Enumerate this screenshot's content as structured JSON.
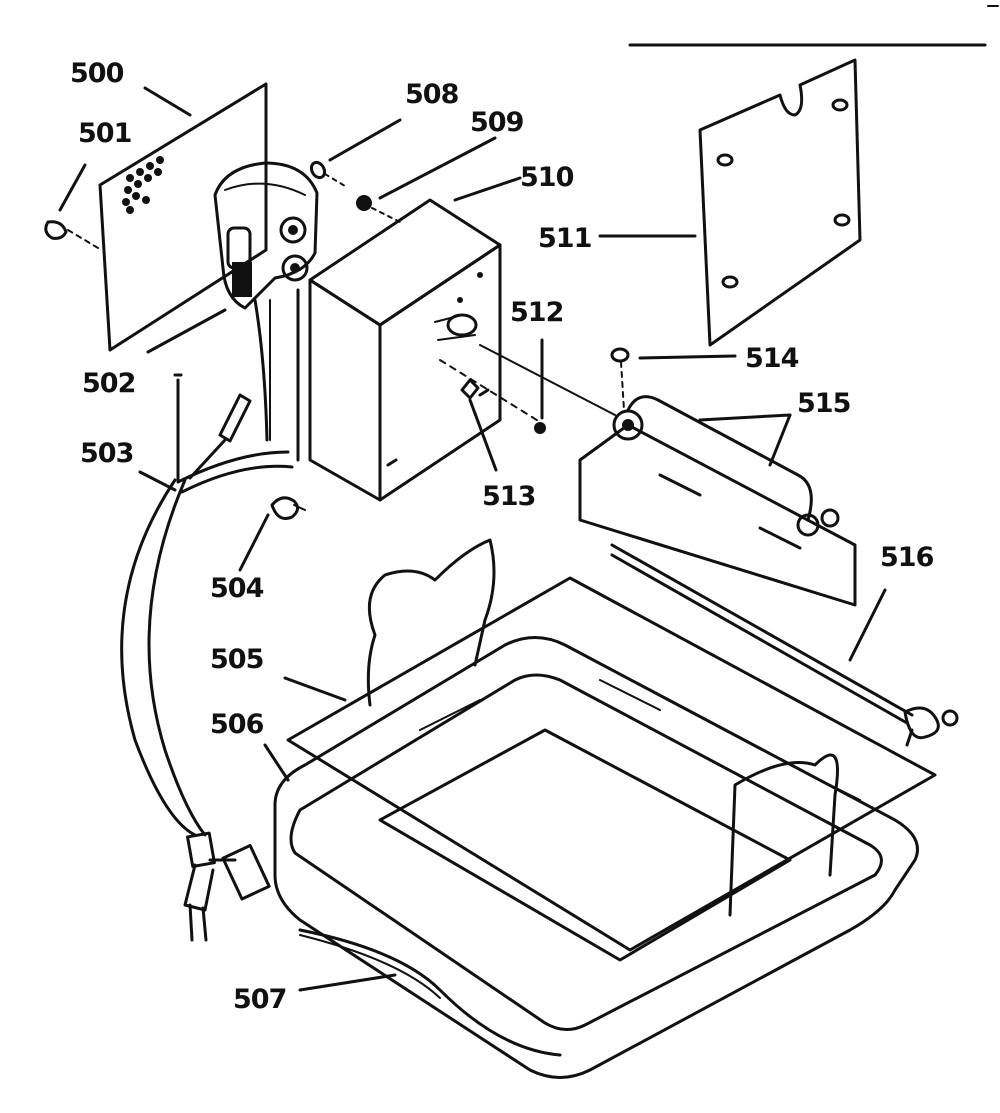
{
  "diagram": {
    "labels": [
      {
        "id": "500",
        "text": "500"
      },
      {
        "id": "501",
        "text": "501"
      },
      {
        "id": "502",
        "text": "502"
      },
      {
        "id": "503",
        "text": "503"
      },
      {
        "id": "504",
        "text": "504"
      },
      {
        "id": "505",
        "text": "505"
      },
      {
        "id": "506",
        "text": "506"
      },
      {
        "id": "507",
        "text": "507"
      },
      {
        "id": "508",
        "text": "508"
      },
      {
        "id": "509",
        "text": "509"
      },
      {
        "id": "510",
        "text": "510"
      },
      {
        "id": "511",
        "text": "511"
      },
      {
        "id": "512",
        "text": "512"
      },
      {
        "id": "513",
        "text": "513"
      },
      {
        "id": "514",
        "text": "514"
      },
      {
        "id": "515",
        "text": "515"
      },
      {
        "id": "516",
        "text": "516"
      }
    ],
    "parts_icons": [
      "panel-plate",
      "screw",
      "timer-motor",
      "wiring-harness",
      "wire-nut",
      "housing-box",
      "mounting-plate",
      "pan-clip",
      "water-pan",
      "wire-rack",
      "drain-tube",
      "heater-rod",
      "heater-bracket"
    ]
  }
}
